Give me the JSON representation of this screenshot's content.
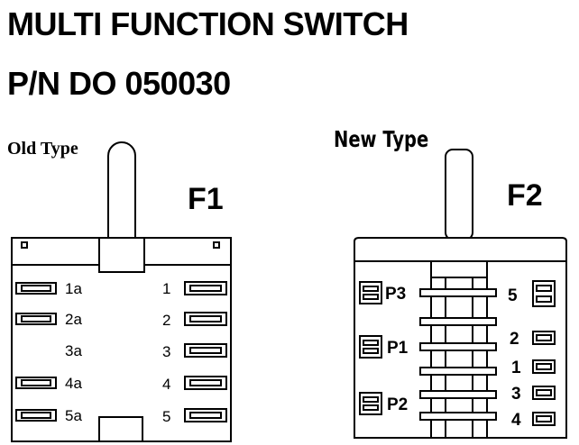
{
  "title": {
    "line1": "MULTI FUNCTION SWITCH",
    "line2": "P/N DO 050030"
  },
  "old_type": {
    "label": "Old Type",
    "function": "F1",
    "left_pins": [
      "1a",
      "2a",
      "3a",
      "4a",
      "5a"
    ],
    "right_pins": [
      "1",
      "2",
      "3",
      "4",
      "5"
    ]
  },
  "new_type": {
    "label": "New Type",
    "function": "F2",
    "p_pins": [
      "P3",
      "P1",
      "P2"
    ],
    "right_pins": [
      "5",
      "2",
      "1",
      "3",
      "4"
    ]
  }
}
